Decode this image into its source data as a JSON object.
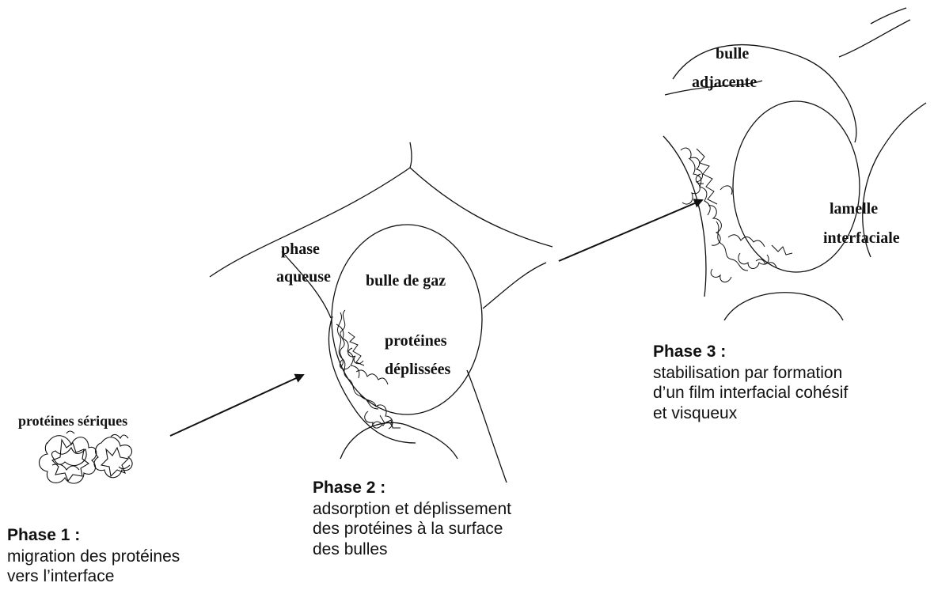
{
  "phases": [
    {
      "title": "Phase 1 :",
      "description": "migration des protéines\nvers l’interface"
    },
    {
      "title": "Phase 2 :",
      "description": "adsorption et déplissement\ndes protéines à la surface\ndes bulles"
    },
    {
      "title": "Phase 3 :",
      "description": "stabilisation par formation\nd’un film interfacial cohésif\net visqueux"
    }
  ],
  "labels": {
    "serum_proteins": "protéines sériques",
    "aqueous_phase_line1": "phase",
    "aqueous_phase_line2": "aqueuse",
    "gas_bubble": "bulle de gaz",
    "unfolded_line1": "protéines",
    "unfolded_line2": "déplissées",
    "adjacent_line1": "bulle",
    "adjacent_line2": "adjacente",
    "lamella_line1": "lamelle",
    "lamella_line2": "interfaciale"
  },
  "colors": {
    "ink": "#111111",
    "background": "#ffffff"
  }
}
